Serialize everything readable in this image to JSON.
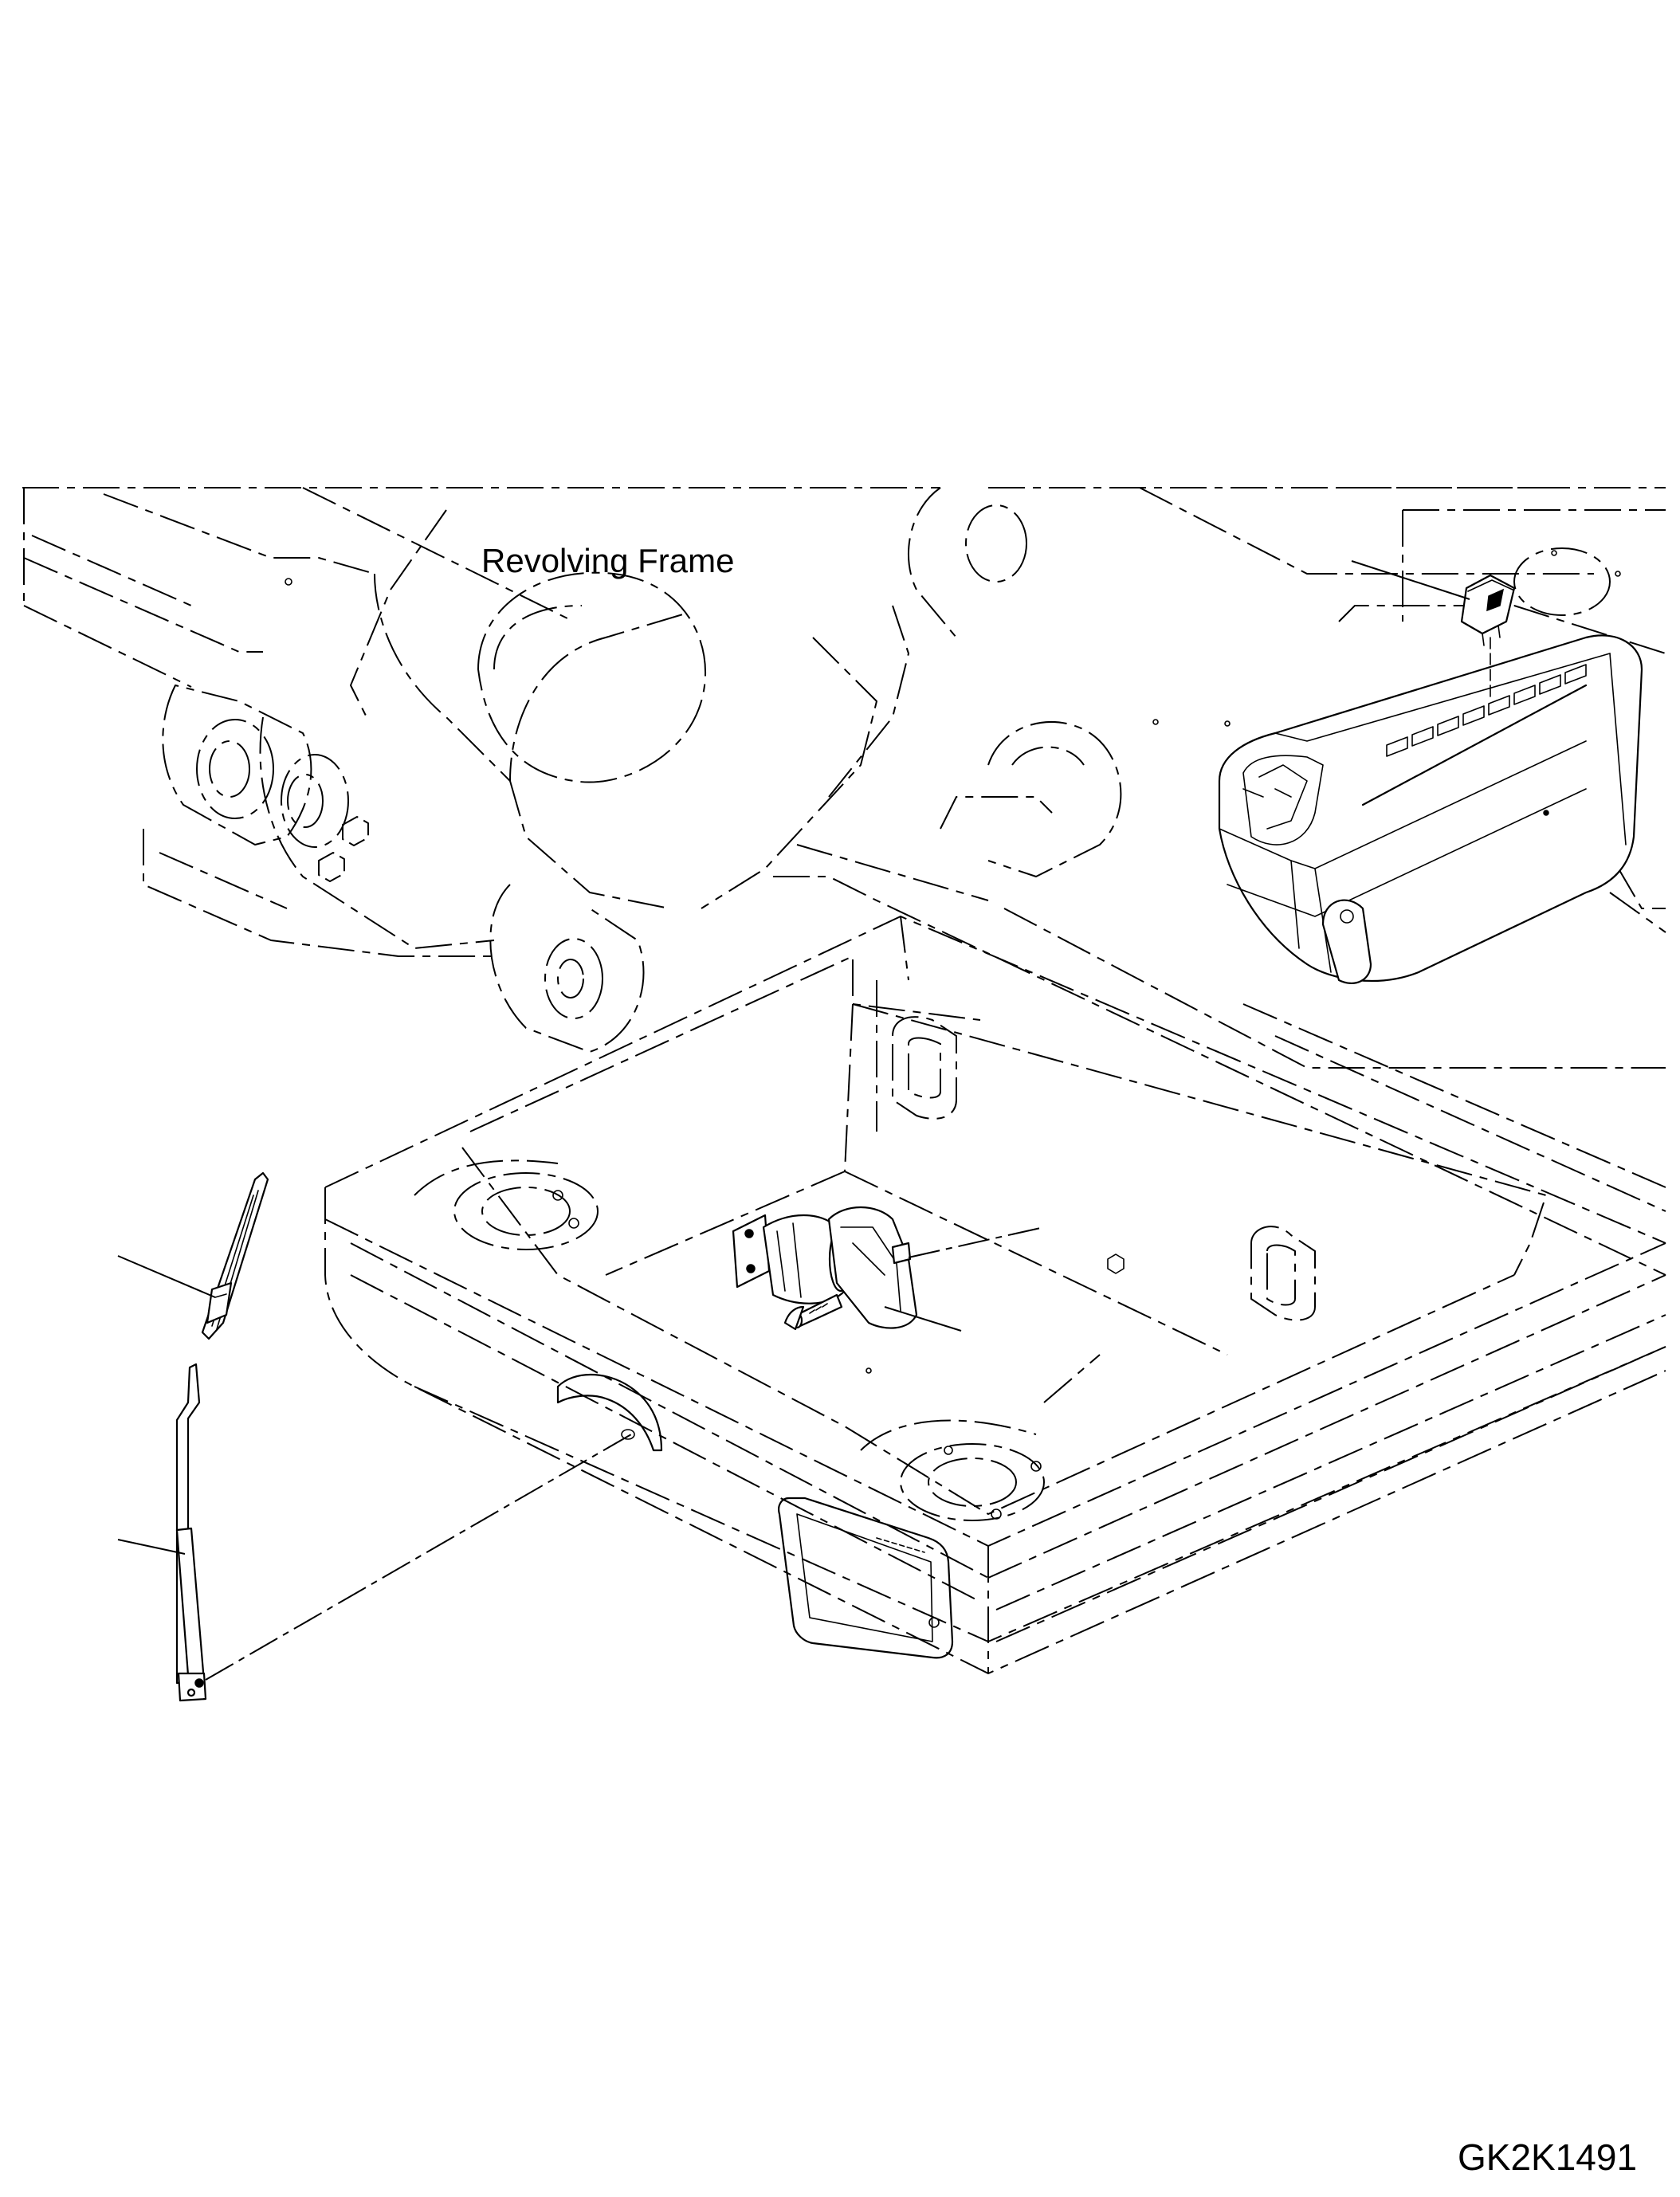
{
  "drawing": {
    "frame_label": "Revolving Frame",
    "figure_code": "GK2K1491"
  },
  "parts": [
    {
      "name": "wiper-blade"
    },
    {
      "name": "wiper-arm"
    },
    {
      "name": "wiper-motor"
    },
    {
      "name": "rocker-switch"
    },
    {
      "name": "switch-panel"
    }
  ]
}
